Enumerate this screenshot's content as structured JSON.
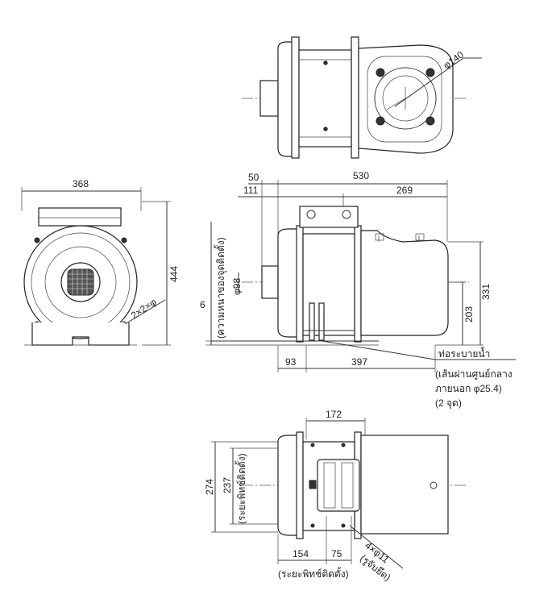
{
  "top_view": {
    "flange_dia": "φ140"
  },
  "front_view": {
    "width": "368",
    "height": "444",
    "holes": "2×2×φ"
  },
  "side_view": {
    "dim_50": "50",
    "dim_530": "530",
    "dim_111": "111",
    "dim_269": "269",
    "suction_dia": "φ98",
    "dim_6": "6",
    "mount_thickness_note": "(ความหนาของจุดติดตั้ง)",
    "dim_331": "331",
    "dim_203": "203",
    "dim_93": "93",
    "dim_397": "397",
    "drain_title": "ท่อระบายน้ำ",
    "drain_line1": "(เส้นผ่านศูนย์กลาง",
    "drain_line2": "ภายนอก φ25.4)",
    "drain_line3": "(2 จุด)"
  },
  "bottom_view": {
    "dim_172": "172",
    "dim_274": "274",
    "dim_237": "237",
    "mount_pitch_vertical": "(ระยะพิทช์ติดตั้ง)",
    "dim_154": "154",
    "dim_75": "75",
    "holes": "4×φ11",
    "holes_note": "(รูจับยึด)",
    "mount_pitch_horizontal": "(ระยะพิทช์ติดตั้ง)"
  }
}
